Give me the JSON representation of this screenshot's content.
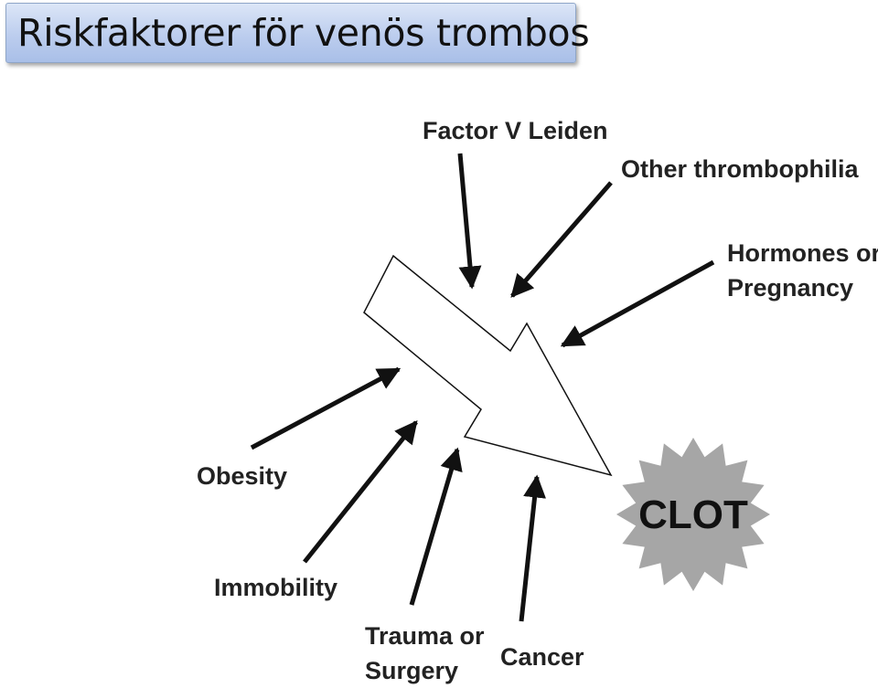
{
  "title": "Riskfaktorer för venös trombos",
  "diagram": {
    "factors": {
      "factor_v_leiden": "Factor V Leiden",
      "other_thrombophilia": "Other thrombophilia",
      "hormones_line1": "Hormones or",
      "hormones_line2": "Pregnancy",
      "obesity": "Obesity",
      "immobility": "Immobility",
      "trauma_line1": "Trauma or",
      "trauma_line2": "Surgery",
      "cancer": "Cancer"
    },
    "outcome": "CLOT",
    "colors": {
      "arrow_stroke": "#111111",
      "big_arrow_fill": "#ffffff",
      "clot_fill": "#a6a6a6",
      "title_gradient_top": "#dce6f7",
      "title_gradient_bottom": "#a9bfe8"
    },
    "icons": {
      "risk_arrow": "arrow-icon",
      "big_arrow": "big-arrow-icon",
      "clot": "starburst-icon"
    }
  }
}
